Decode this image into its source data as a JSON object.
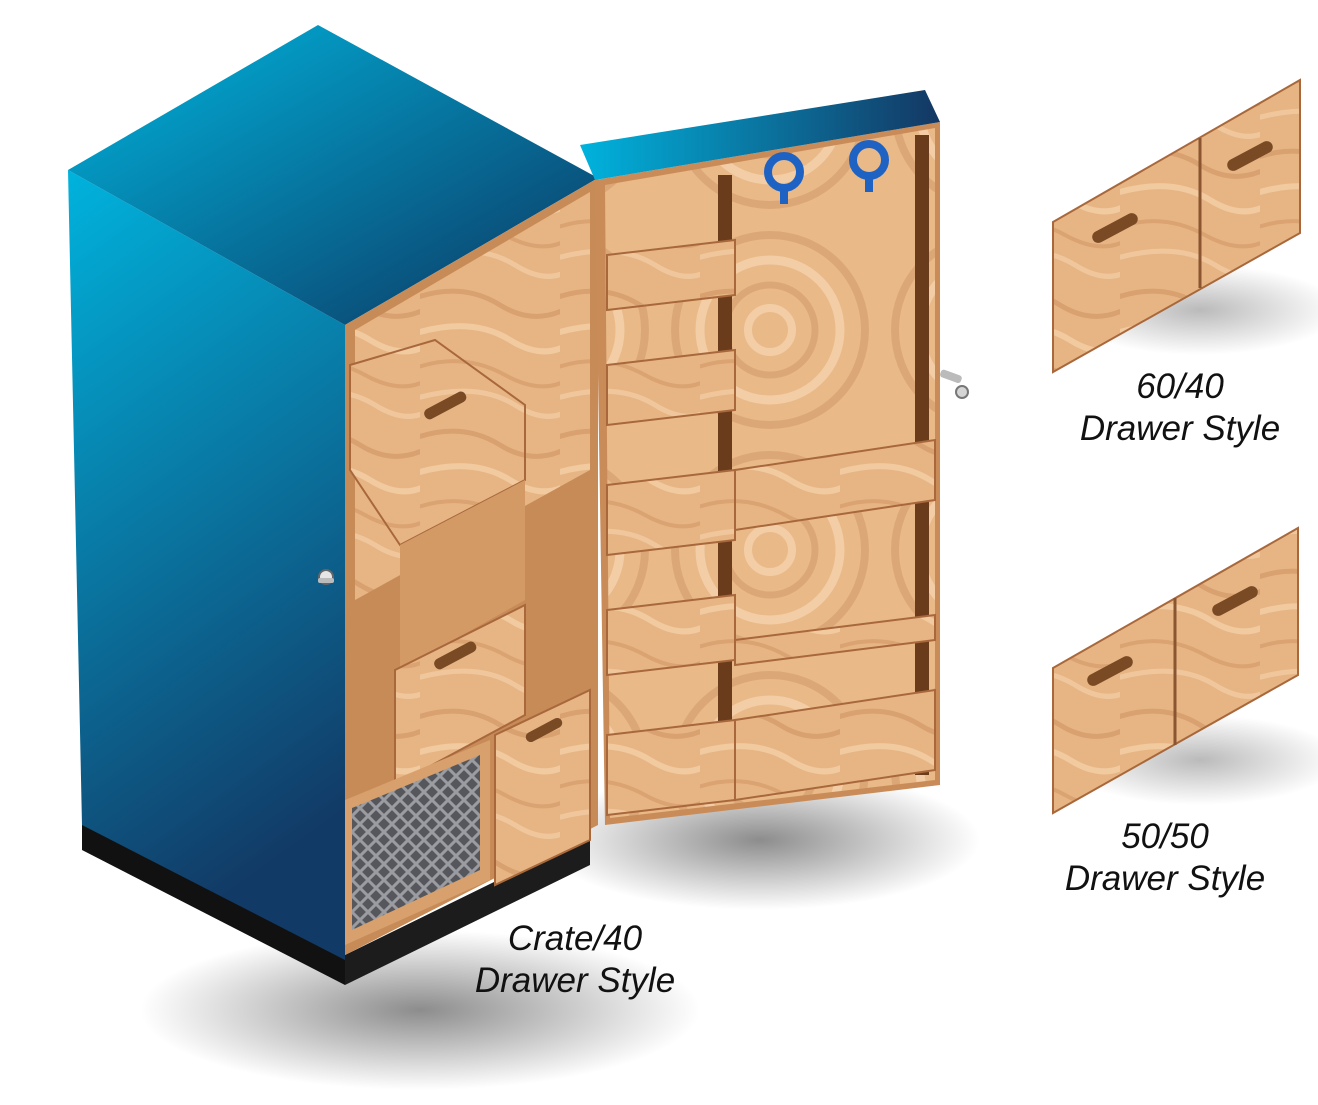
{
  "colors": {
    "cabinet_top": "#00b3dd",
    "cabinet_bottom": "#123a66",
    "wood_light": "#f0c79a",
    "wood_mid": "#dda26f",
    "wood_dark": "#a8683c",
    "hook_blue": "#1e63c4",
    "base_black": "#111111"
  },
  "captions": {
    "crate_40": {
      "line1": "Crate/40",
      "line2": "Drawer Style"
    },
    "style_60_40": {
      "line1": "60/40",
      "line2": "Drawer Style"
    },
    "style_50_50": {
      "line1": "50/50",
      "line2": "Drawer Style"
    }
  }
}
